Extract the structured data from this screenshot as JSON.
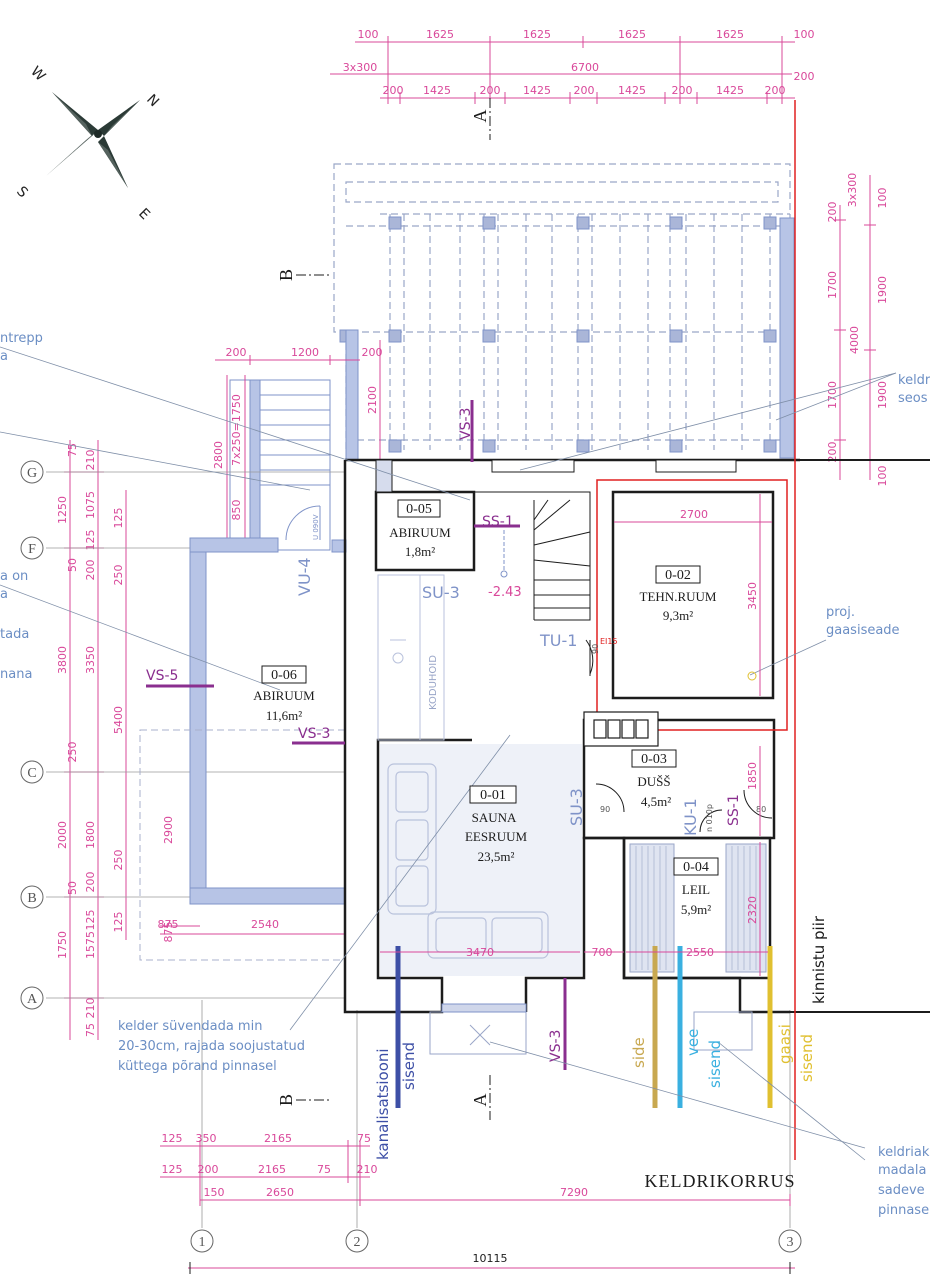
{
  "compass": {
    "n": "N",
    "e": "E",
    "s": "S",
    "w": "W"
  },
  "colors": {
    "dim": "#d9489a",
    "note": "#6b8ec4",
    "wall": "#7f93c8",
    "wallfill": "#b7c4e6",
    "structure": "#1c1c1c",
    "red": "#e02020",
    "purple": "#8a2f8f",
    "blue": "#3d4fa6",
    "yellow": "#e0c030",
    "cyan": "#3ab0e0",
    "tan": "#c8a850"
  },
  "top_dims": {
    "row1": [
      "100",
      "1625",
      "1625",
      "1625",
      "1625",
      "100"
    ],
    "row2": [
      "3x300",
      "6700",
      "200"
    ],
    "row3": [
      "200",
      "1425",
      "200",
      "1425",
      "200",
      "1425",
      "200",
      "1425",
      "200"
    ]
  },
  "right_dims": [
    "200",
    "3x300",
    "100",
    "1700",
    "1900",
    "4000",
    "1700",
    "1900",
    "200",
    "100"
  ],
  "left_dims": [
    "200",
    "1200",
    "200",
    "2100",
    "2800",
    "7x250=1750",
    "850",
    "75",
    "210",
    "1075",
    "1250",
    "125",
    "50",
    "125",
    "200",
    "250",
    "3800",
    "3350",
    "5400",
    "250",
    "2000",
    "1800",
    "2900",
    "250",
    "50",
    "200",
    "125",
    "1750",
    "1575",
    "125",
    "875",
    "2540",
    "875",
    "75",
    "210"
  ],
  "bottom_dims": {
    "row1": [
      "125",
      "350",
      "2165",
      "75"
    ],
    "row2": [
      "125",
      "200",
      "2165",
      "75",
      "210"
    ],
    "row3": [
      "150",
      "2650",
      "7290"
    ],
    "total": "10115"
  },
  "interior_dims": [
    "2700",
    "3450",
    "1850",
    "2320",
    "3470",
    "700",
    "2550",
    "90",
    "90",
    "80"
  ],
  "axes": {
    "rows": [
      "G",
      "F",
      "C",
      "B",
      "A"
    ],
    "cols": [
      "1",
      "2",
      "3"
    ]
  },
  "sections": {
    "a_top": "A",
    "a_bottom": "A",
    "b_top": "B",
    "b_bottom": "B"
  },
  "rooms": [
    {
      "code": "0-05",
      "name": "ABIRUUM",
      "area": "1,8m²"
    },
    {
      "code": "0-02",
      "name": "TEHN.RUUM",
      "area": "9,3m²"
    },
    {
      "code": "0-06",
      "name": "ABIRUUM",
      "area": "11,6m²"
    },
    {
      "code": "0-03",
      "name": "DUŠŠ",
      "area": "4,5m²"
    },
    {
      "code": "0-01",
      "name": "SAUNA",
      "name2": "EESRUUM",
      "area": "23,5m²"
    },
    {
      "code": "0-04",
      "name": "LEIL",
      "area": "5,9m²"
    }
  ],
  "tags": {
    "ss1a": "SS-1",
    "ss1b": "SS-1",
    "su3a": "SU-3",
    "su3b": "SU-3",
    "tu1": "TU-1",
    "vu4": "VU-4",
    "ku1": "KU-1",
    "vs3a": "VS-3",
    "vs3b": "VS-3",
    "vs3c": "VS-3",
    "vs5": "VS-5",
    "level": "-2.43",
    "koduhoid": "KODUHOID",
    "ei15": "EI15",
    "door1": "U 090V",
    "door2": "n 010p"
  },
  "notes": {
    "left1": "ntrepp",
    "left2": "a",
    "left3": "a on",
    "left4": "a",
    "left5": "tada",
    "left6": "nana",
    "gaas1": "proj.",
    "gaas2": "gaasiseade",
    "right1": "keldr",
    "right2": "seos",
    "cellar1": "kelder süvendada min",
    "cellar2": "20-30cm, rajada soojustatud",
    "cellar3": "küttega põrand pinnasel",
    "br1": "keldriak",
    "br2": "madala",
    "br3": "sadeve",
    "br4": "pinnase",
    "kinnistu": "kinnistu piir"
  },
  "utilities": {
    "kanal1": "kanalisatsiooni",
    "kanal2": "sisend",
    "side": "side",
    "vee1": "vee",
    "vee2": "sisend",
    "gaas1": "gaasi",
    "gaas2": "sisend"
  },
  "floor_title": "KELDRIKORRUS"
}
